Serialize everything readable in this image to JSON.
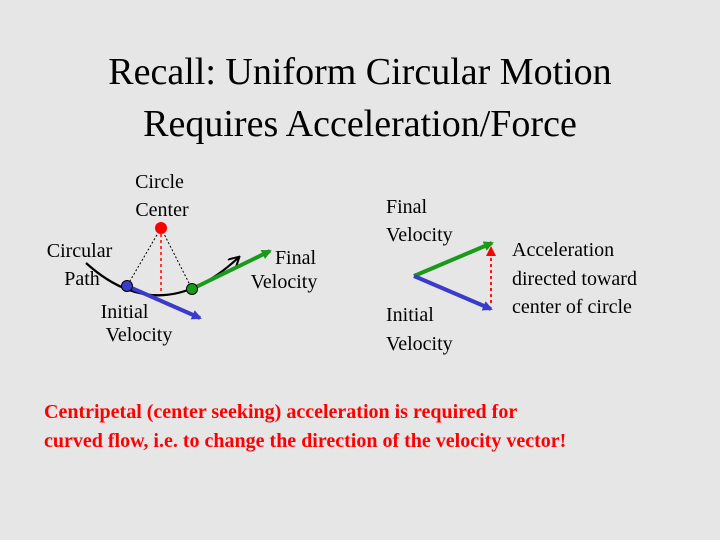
{
  "title": {
    "line1": "Recall: Uniform Circular Motion",
    "line2": "Requires Acceleration/Force"
  },
  "left_diagram": {
    "circle_center_label": [
      "Circle",
      "Center"
    ],
    "circular_path_label": [
      "Circular",
      "Path"
    ],
    "final_velocity_label": [
      "Final",
      "Velocity"
    ],
    "initial_velocity_label": [
      "Initial",
      "Velocity"
    ]
  },
  "right_diagram": {
    "final_velocity_label": [
      "Final",
      "Velocity"
    ],
    "initial_velocity_label": [
      "Initial",
      "Velocity"
    ],
    "acceleration_label": [
      "Acceleration",
      "directed toward",
      "center of circle"
    ]
  },
  "caption": {
    "line1": "Centripetal (center seeking) acceleration is required for",
    "line2": "curved flow, i.e. to change the direction of the velocity vector!"
  },
  "colors": {
    "background": "#e6e6e6",
    "final_velocity": "#1a9a1a",
    "initial_velocity": "#3a3acc",
    "acceleration": "#ff0000",
    "caption": "#ff0000"
  }
}
